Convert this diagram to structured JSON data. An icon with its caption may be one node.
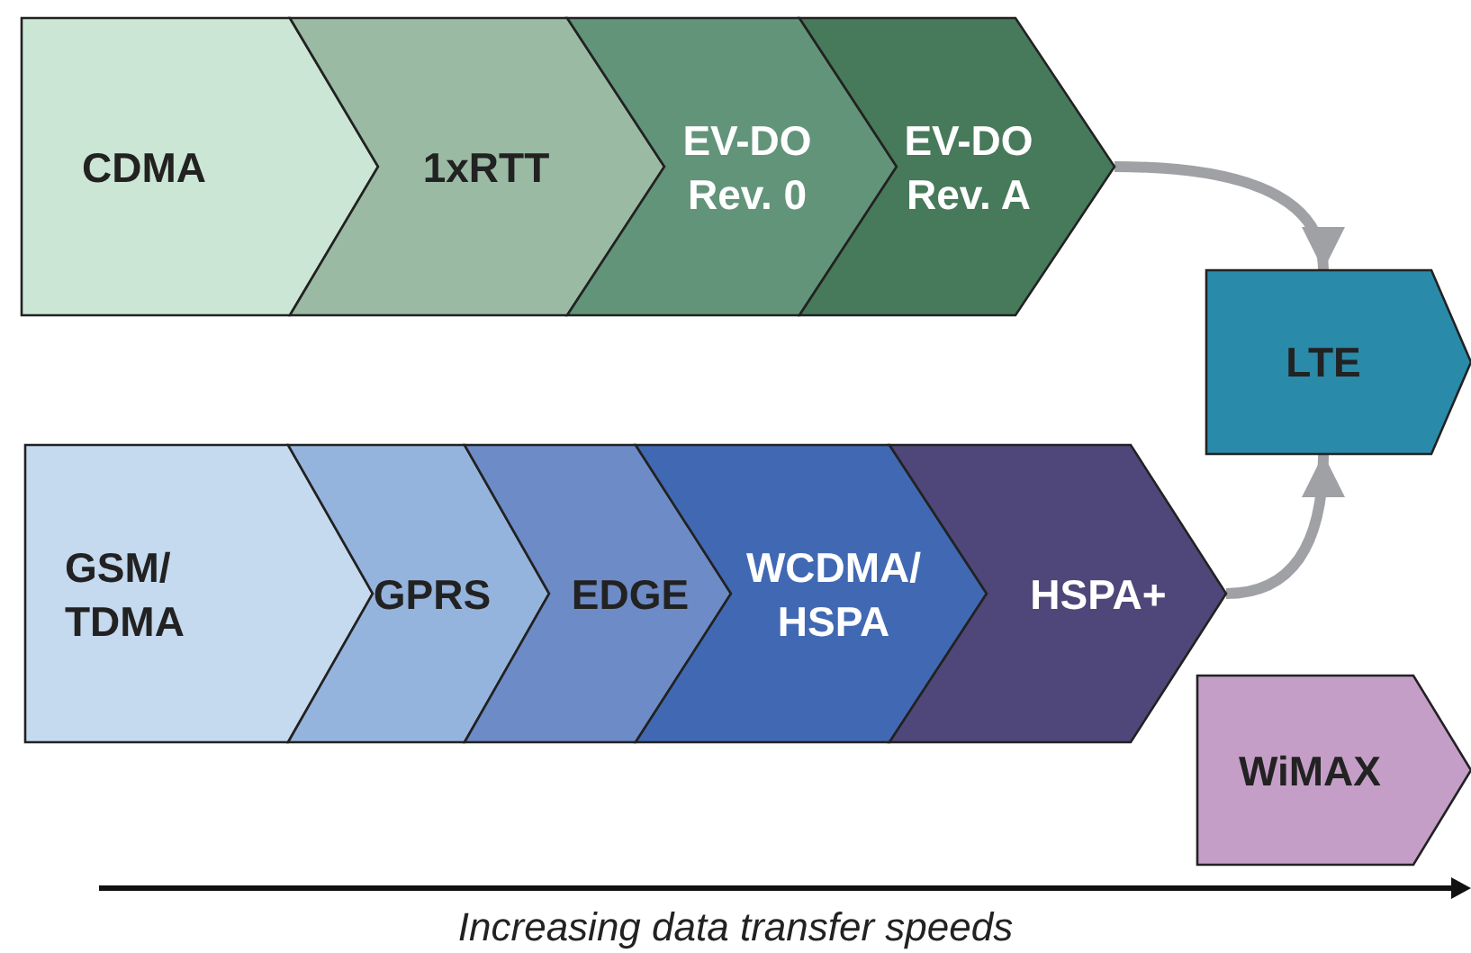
{
  "diagram": {
    "nodes": [
      {
        "text": [
          "CDMA"
        ]
      },
      {
        "text": [
          "1xRTT"
        ]
      },
      {
        "text": [
          "EV-DO Rev. 0"
        ]
      },
      {
        "text": [
          "EV-DO Rev. A"
        ]
      },
      {
        "text": [
          "LTE"
        ]
      },
      {
        "text": [
          "GSM/ TDMA"
        ]
      },
      {
        "text": [
          "GPRS"
        ]
      },
      {
        "text": [
          "EDGE"
        ]
      },
      {
        "text": [
          "WCDMA/ HSPA"
        ]
      },
      {
        "text": [
          "HSPA+"
        ]
      },
      {
        "text": [
          "WiMAX"
        ]
      }
    ],
    "edges": [
      {
        "from": 3,
        "to": 4,
        "arrow": "to"
      },
      {
        "from": 9,
        "to": 4,
        "arrow": "to"
      }
    ],
    "labels": [
      "Increasing data transfer speeds"
    ]
  }
}
